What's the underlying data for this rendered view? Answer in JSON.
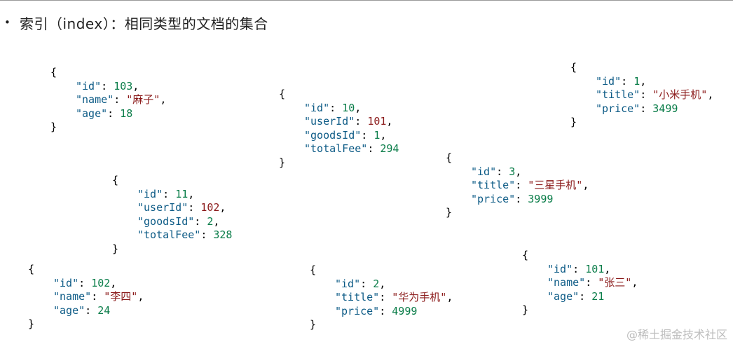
{
  "heading": {
    "bullet": "•",
    "text": "索引（index）：相同类型的文档的集合"
  },
  "watermark": "@稀土掘金技术社区",
  "docs": [
    {
      "id": "doc-user-103",
      "fields": [
        {
          "k": "\"id\"",
          "v": "103",
          "t": "num",
          "c": ","
        },
        {
          "k": "\"name\"",
          "v": "\"麻子\"",
          "t": "str",
          "c": ","
        },
        {
          "k": "\"age\"",
          "v": "18",
          "t": "num",
          "c": ""
        }
      ]
    },
    {
      "id": "doc-order-10",
      "fields": [
        {
          "k": "\"id\"",
          "v": "10",
          "t": "num",
          "c": ","
        },
        {
          "k": "\"userId\"",
          "v": "101",
          "t": "numr",
          "c": ","
        },
        {
          "k": "\"goodsId\"",
          "v": "1",
          "t": "num",
          "c": ","
        },
        {
          "k": "\"totalFee\"",
          "v": "294",
          "t": "num",
          "c": ""
        }
      ]
    },
    {
      "id": "doc-goods-1",
      "fields": [
        {
          "k": "\"id\"",
          "v": "1",
          "t": "num",
          "c": ","
        },
        {
          "k": "\"title\"",
          "v": "\"小米手机\"",
          "t": "str",
          "c": ","
        },
        {
          "k": "\"price\"",
          "v": "3499",
          "t": "num",
          "c": ""
        }
      ]
    },
    {
      "id": "doc-order-11",
      "fields": [
        {
          "k": "\"id\"",
          "v": "11",
          "t": "num",
          "c": ","
        },
        {
          "k": "\"userId\"",
          "v": "102",
          "t": "numr",
          "c": ","
        },
        {
          "k": "\"goodsId\"",
          "v": "2",
          "t": "num",
          "c": ","
        },
        {
          "k": "\"totalFee\"",
          "v": "328",
          "t": "num",
          "c": ""
        }
      ]
    },
    {
      "id": "doc-goods-3",
      "fields": [
        {
          "k": "\"id\"",
          "v": "3",
          "t": "num",
          "c": ","
        },
        {
          "k": "\"title\"",
          "v": "\"三星手机\"",
          "t": "str",
          "c": ","
        },
        {
          "k": "\"price\"",
          "v": "3999",
          "t": "num",
          "c": ""
        }
      ]
    },
    {
      "id": "doc-user-102",
      "fields": [
        {
          "k": "\"id\"",
          "v": "102",
          "t": "num",
          "c": ","
        },
        {
          "k": "\"name\"",
          "v": "\"李四\"",
          "t": "str",
          "c": ","
        },
        {
          "k": "\"age\"",
          "v": "24",
          "t": "num",
          "c": ""
        }
      ]
    },
    {
      "id": "doc-goods-2",
      "fields": [
        {
          "k": "\"id\"",
          "v": "2",
          "t": "num",
          "c": ","
        },
        {
          "k": "\"title\"",
          "v": "\"华为手机\"",
          "t": "str",
          "c": ","
        },
        {
          "k": "\"price\"",
          "v": "4999",
          "t": "num",
          "c": ""
        }
      ]
    },
    {
      "id": "doc-user-101",
      "fields": [
        {
          "k": "\"id\"",
          "v": "101",
          "t": "num",
          "c": ","
        },
        {
          "k": "\"name\"",
          "v": "\"张三\"",
          "t": "str",
          "c": ","
        },
        {
          "k": "\"age\"",
          "v": "21",
          "t": "num",
          "c": ""
        }
      ]
    }
  ]
}
